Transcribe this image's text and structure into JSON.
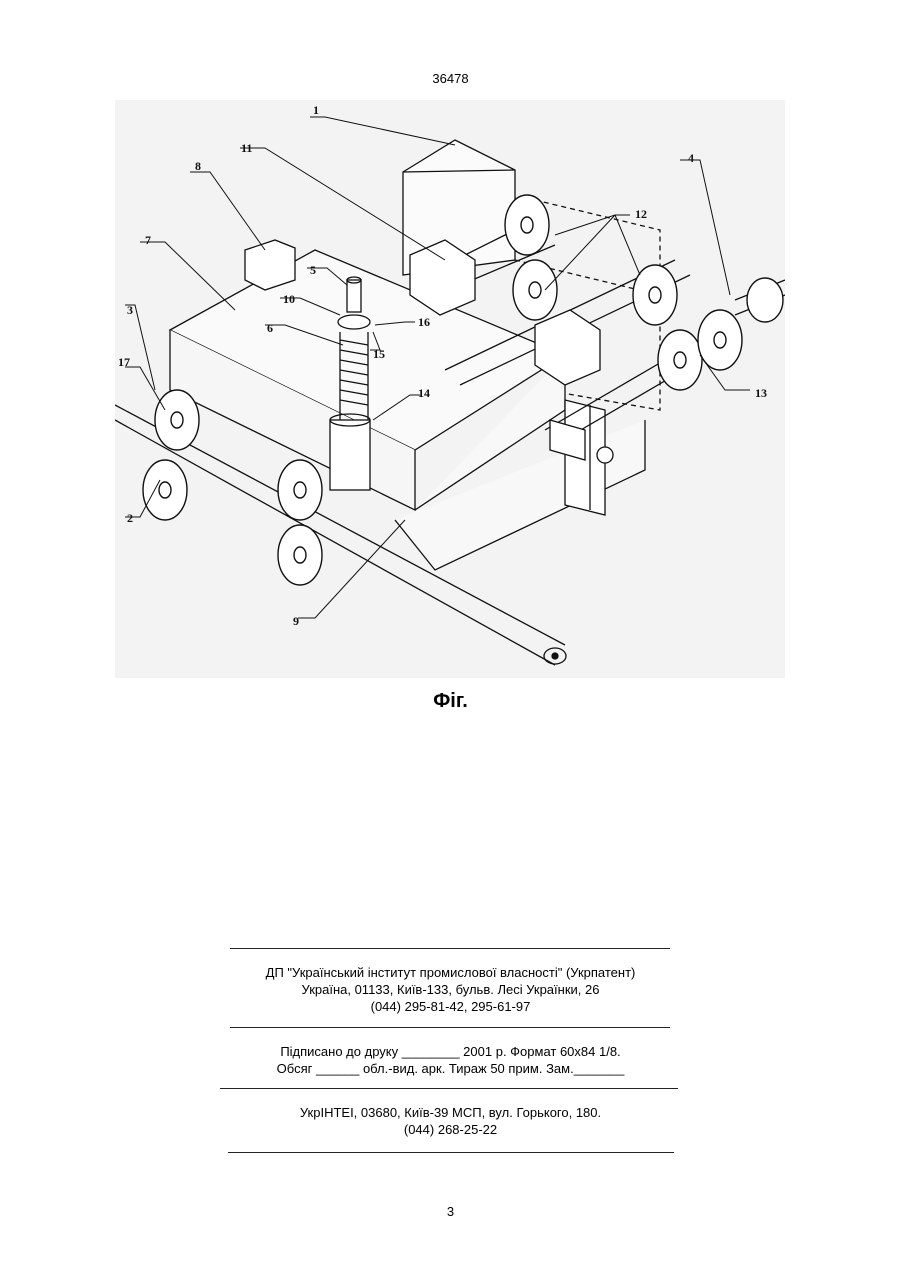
{
  "header": {
    "patent_number": "36478"
  },
  "figure": {
    "labels": [
      "1",
      "2",
      "3",
      "4",
      "5",
      "6",
      "7",
      "8",
      "9",
      "10",
      "11",
      "12",
      "13",
      "14",
      "15",
      "16",
      "17"
    ],
    "caption": "Фіг."
  },
  "imprint": {
    "publisher": {
      "line1": "ДП \"Український інститут промислової власності\" (Укрпатент)",
      "line2": "Україна, 01133, Київ-133, бульв. Лесі Українки, 26",
      "line3": "(044) 295-81-42, 295-61-97"
    },
    "print_info": {
      "line1": "Підписано до друку ________ 2001 р.    Формат 60х84 1/8.",
      "line2": "Обсяг ______ обл.-вид. арк.   Тираж 50 прим.    Зам._______"
    },
    "printer": {
      "line1": "УкрІНТЕІ, 03680, Київ-39 МСП, вул. Горького, 180.",
      "line2": "(044) 268-25-22"
    }
  },
  "footer": {
    "page_number": "3"
  }
}
